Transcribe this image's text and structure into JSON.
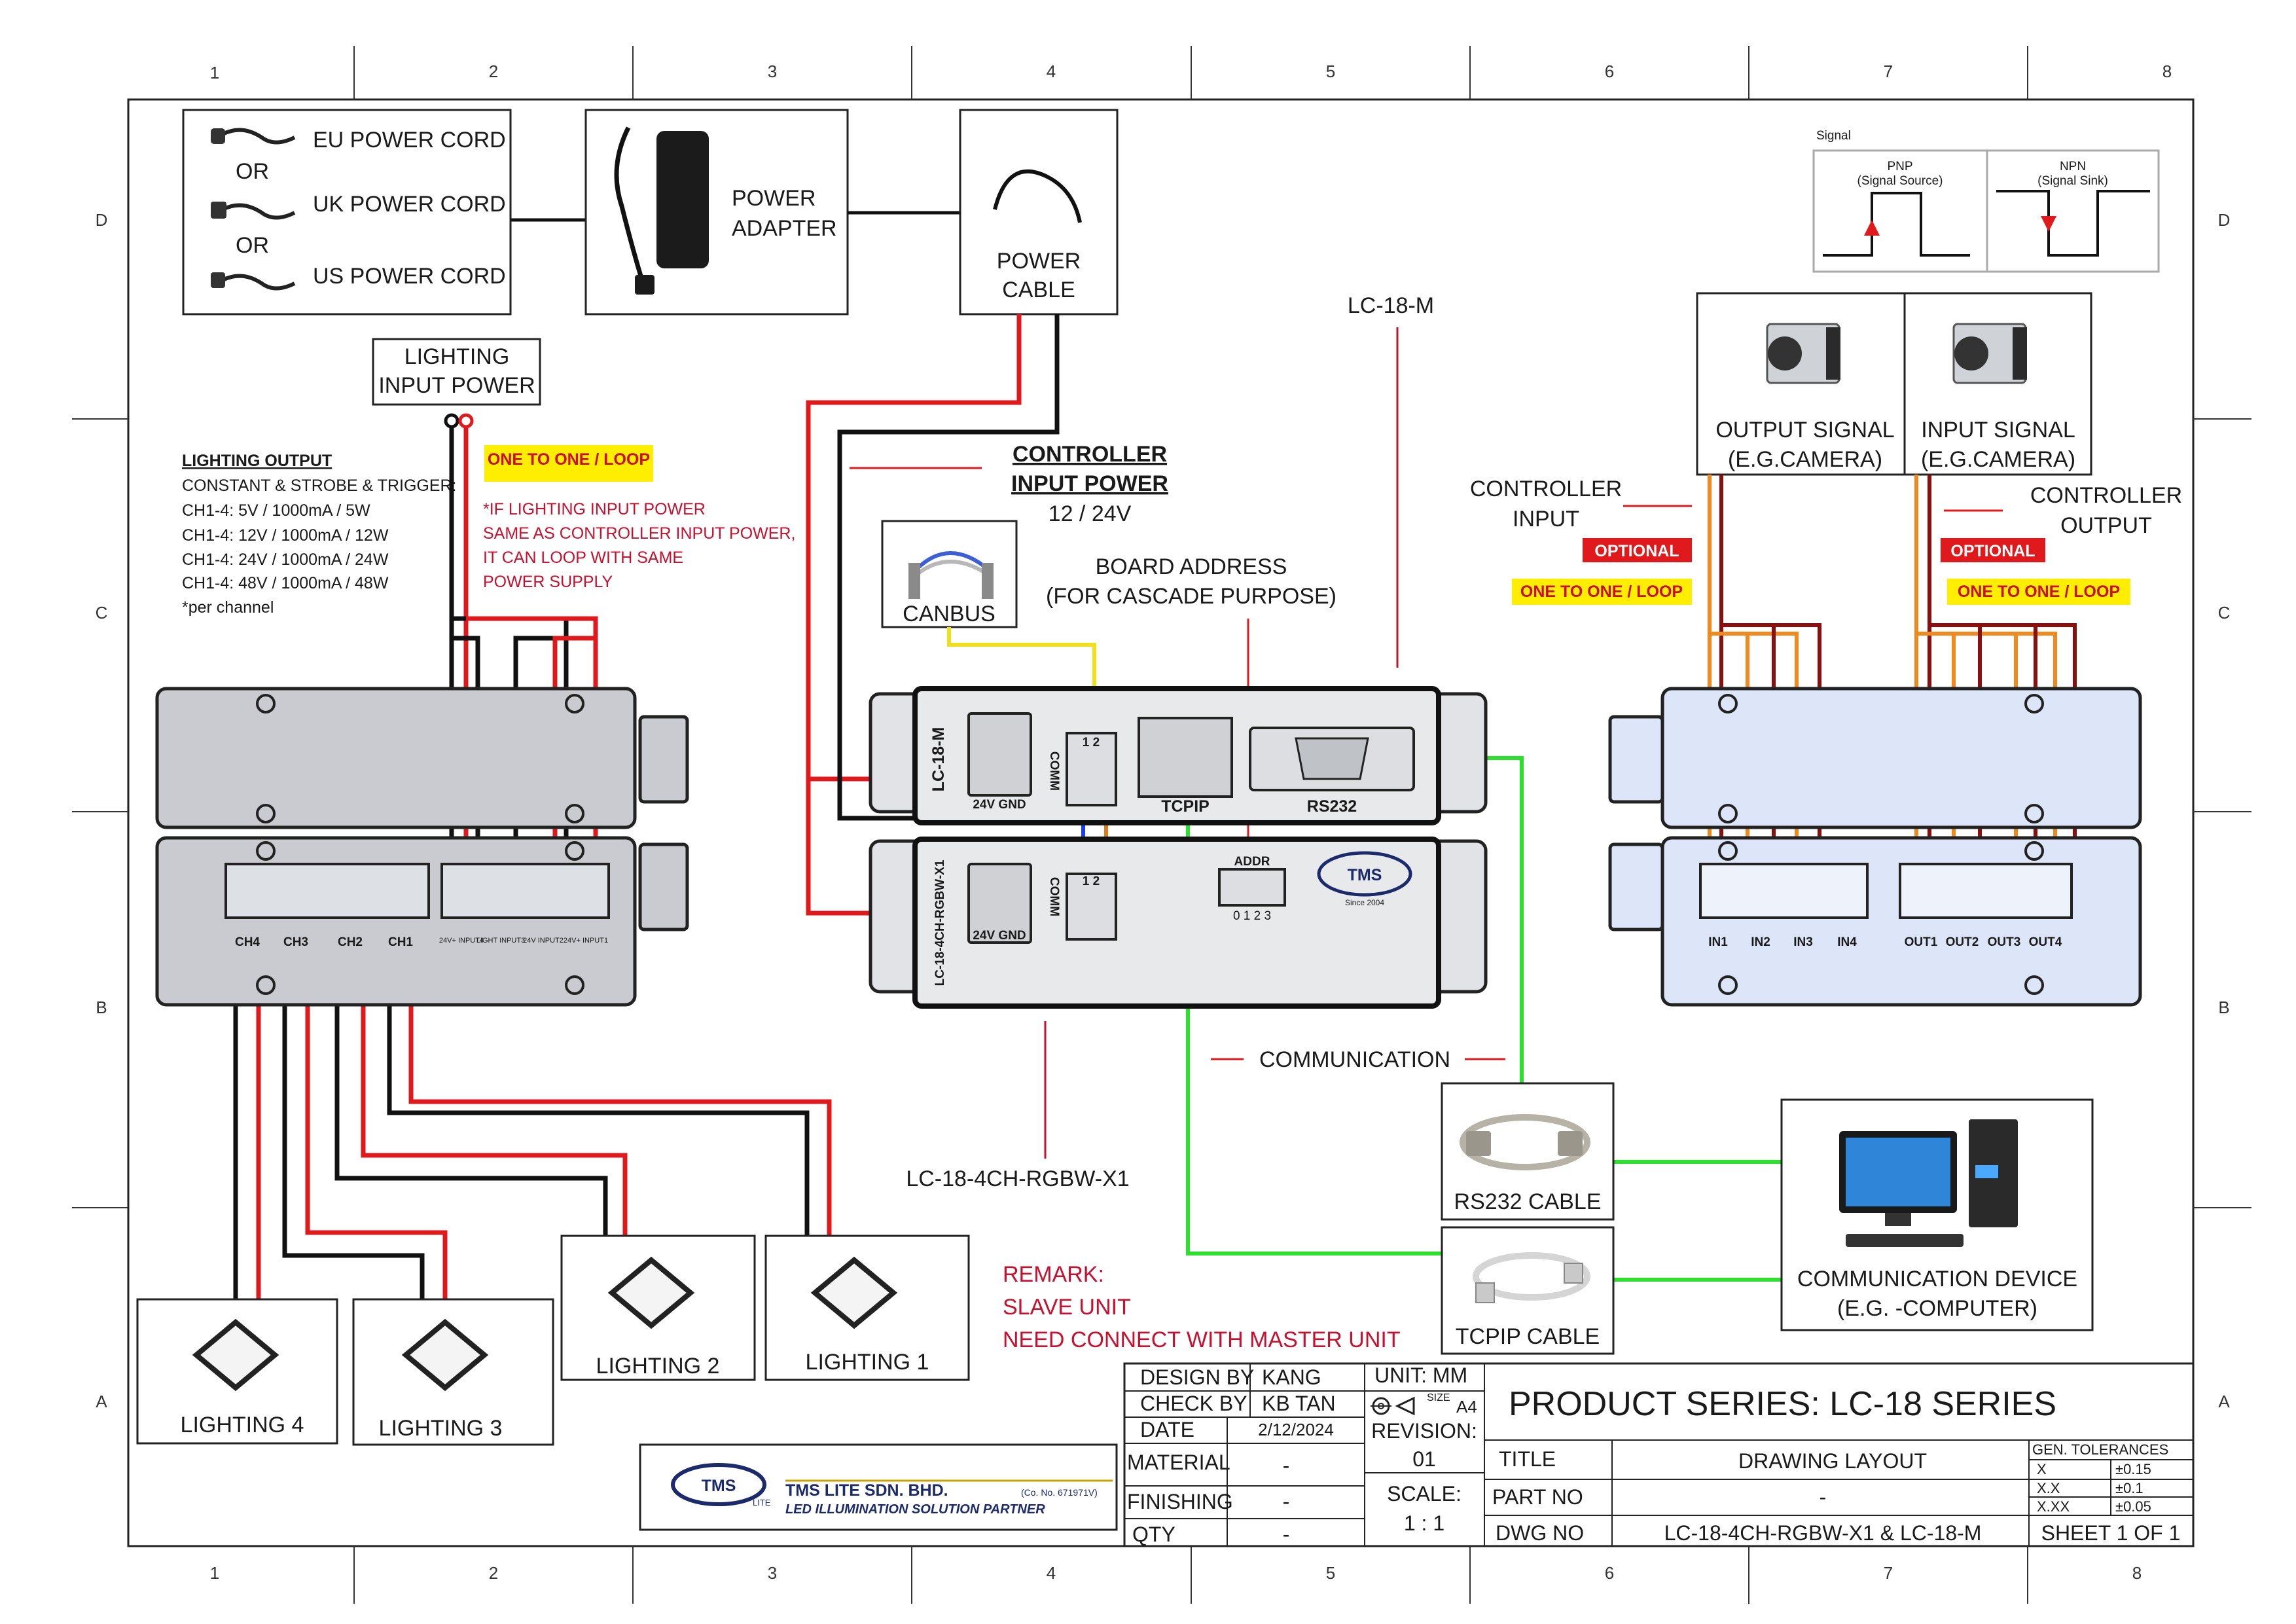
{
  "grid": {
    "columns": [
      "1",
      "2",
      "3",
      "4",
      "5",
      "6",
      "7",
      "8"
    ],
    "rows": [
      "D",
      "C",
      "B",
      "A"
    ]
  },
  "power": {
    "eu_cord": "EU POWER CORD",
    "or_1": "OR",
    "uk_cord": "UK POWER CORD",
    "or_2": "OR",
    "us_cord": "US POWER CORD",
    "adapter_line1": "POWER",
    "adapter_line2": "ADAPTER",
    "cable_line1": "POWER",
    "cable_line2": "CABLE"
  },
  "lighting_input": {
    "line1": "LIGHTING",
    "line2": "INPUT POWER"
  },
  "lighting_output": {
    "heading": "LIGHTING OUTPUT",
    "lines": [
      "CONSTANT & STROBE & TRIGGER:",
      "CH1-4: 5V / 1000mA / 5W",
      "CH1-4: 12V / 1000mA / 12W",
      "CH1-4: 24V / 1000mA / 24W",
      "CH1-4: 48V / 1000mA / 48W",
      "*per channel"
    ]
  },
  "loop_note": {
    "tag": "ONE TO ONE / LOOP",
    "lines": [
      "*IF LIGHTING INPUT POWER",
      "SAME AS CONTROLLER INPUT POWER,",
      "IT CAN LOOP WITH SAME",
      "POWER SUPPLY"
    ]
  },
  "controller_input_power": {
    "line1": "CONTROLLER",
    "line2": "INPUT POWER",
    "voltage": "12 / 24V"
  },
  "canbus": "CANBUS",
  "board_address": {
    "line1": "BOARD ADDRESS",
    "line2": "(FOR CASCADE PURPOSE)"
  },
  "master_model": "LC-18-M",
  "slave_model": "LC-18-4CH-RGBW-X1",
  "signal_legend": {
    "title": "Signal",
    "pnp_line1": "PNP",
    "pnp_line2": "(Signal Source)",
    "npn_line1": "NPN",
    "npn_line2": "(Signal Sink)"
  },
  "cameras": {
    "output_line1": "OUTPUT SIGNAL",
    "output_line2": "(E.G.CAMERA)",
    "input_line1": "INPUT SIGNAL",
    "input_line2": "(E.G.CAMERA)"
  },
  "controller_input": {
    "line1": "CONTROLLER",
    "line2": "INPUT",
    "optional": "OPTIONAL",
    "loop": "ONE TO ONE / LOOP"
  },
  "controller_output": {
    "line1": "CONTROLLER",
    "line2": "OUTPUT",
    "optional": "OPTIONAL",
    "loop": "ONE TO ONE / LOOP"
  },
  "panel_labels": {
    "master_vertical": "LC-18-M",
    "slave_vertical": "LC-18-4CH-RGBW-X1",
    "gnd_24v_top": "24V GND",
    "gnd_24v_bottom": "24V GND",
    "comm_top": "COMM",
    "comm_bottom": "COMM",
    "pins_top": "1 2",
    "pins_bottom": "1 2",
    "tcpip": "TCPIP",
    "rs232": "RS232",
    "addr": "ADDR",
    "addr_pins": "0 1 2 3",
    "logo_text": "TMS",
    "logo_since": "Since 2004"
  },
  "left_unit_labels": {
    "channels": [
      "CH4",
      "CH3",
      "CH2",
      "CH1"
    ],
    "inputs": [
      "24V+ INPUT4",
      "LIGHT INPUT3",
      "24V INPUT2",
      "24V+ INPUT1"
    ]
  },
  "right_unit_labels": {
    "inputs": [
      "IN1",
      "IN2",
      "IN3",
      "IN4"
    ],
    "outputs": [
      "OUT1",
      "OUT2",
      "OUT3",
      "OUT4"
    ]
  },
  "communication": "COMMUNICATION",
  "rs232_cable": "RS232 CABLE",
  "tcpip_cable": "TCPIP CABLE",
  "comm_device": {
    "line1": "COMMUNICATION DEVICE",
    "line2": "(E.G. -COMPUTER)"
  },
  "lightings": [
    "LIGHTING 1",
    "LIGHTING 2",
    "LIGHTING 3",
    "LIGHTING 4"
  ],
  "remark": {
    "line1": "REMARK:",
    "line2": "SLAVE UNIT",
    "line3": "NEED CONNECT WITH MASTER UNIT"
  },
  "title_block": {
    "design_by_label": "DESIGN BY",
    "design_by": "KANG",
    "check_by_label": "CHECK BY",
    "check_by": "KB TAN",
    "date_label": "DATE",
    "date": "2/12/2024",
    "material_label": "MATERIAL",
    "material": "-",
    "finishing_label": "FINISHING",
    "finishing": "-",
    "qty_label": "QTY",
    "qty": "-",
    "unit": "UNIT:  MM",
    "size_label": "SIZE",
    "size": "A4",
    "revision_label": "REVISION:",
    "revision": "01",
    "scale_label": "SCALE:",
    "scale": "1 : 1",
    "product_series": "PRODUCT SERIES: LC-18 SERIES",
    "title_label": "TITLE",
    "title": "DRAWING LAYOUT",
    "part_no_label": "PART NO",
    "part_no": "-",
    "dwg_no_label": "DWG NO",
    "dwg_no": "LC-18-4CH-RGBW-X1 & LC-18-M",
    "tolerances_label": "GEN. TOLERANCES",
    "tolerances": [
      {
        "fmt": "X",
        "tol": "±0.15"
      },
      {
        "fmt": "X.X",
        "tol": "±0.1"
      },
      {
        "fmt": "X.XX",
        "tol": "±0.05"
      }
    ],
    "sheet": "SHEET 1 OF 1"
  },
  "company": {
    "logo": "TMS",
    "logo_sub": "LITE",
    "name": "TMS LITE SDN. BHD.",
    "reg": "(Co. No. 671971V)",
    "tagline": "LED ILLUMINATION SOLUTION PARTNER"
  },
  "colors": {
    "power_positive": "#e0191c",
    "power_negative": "#111111",
    "communication": "#2ee02e",
    "canbus": "#f0e01a",
    "signal_orange": "#f08a1e",
    "signal_brown": "#8a1010",
    "tag_yellow": "#ffee00",
    "tag_red": "#e0191c"
  }
}
